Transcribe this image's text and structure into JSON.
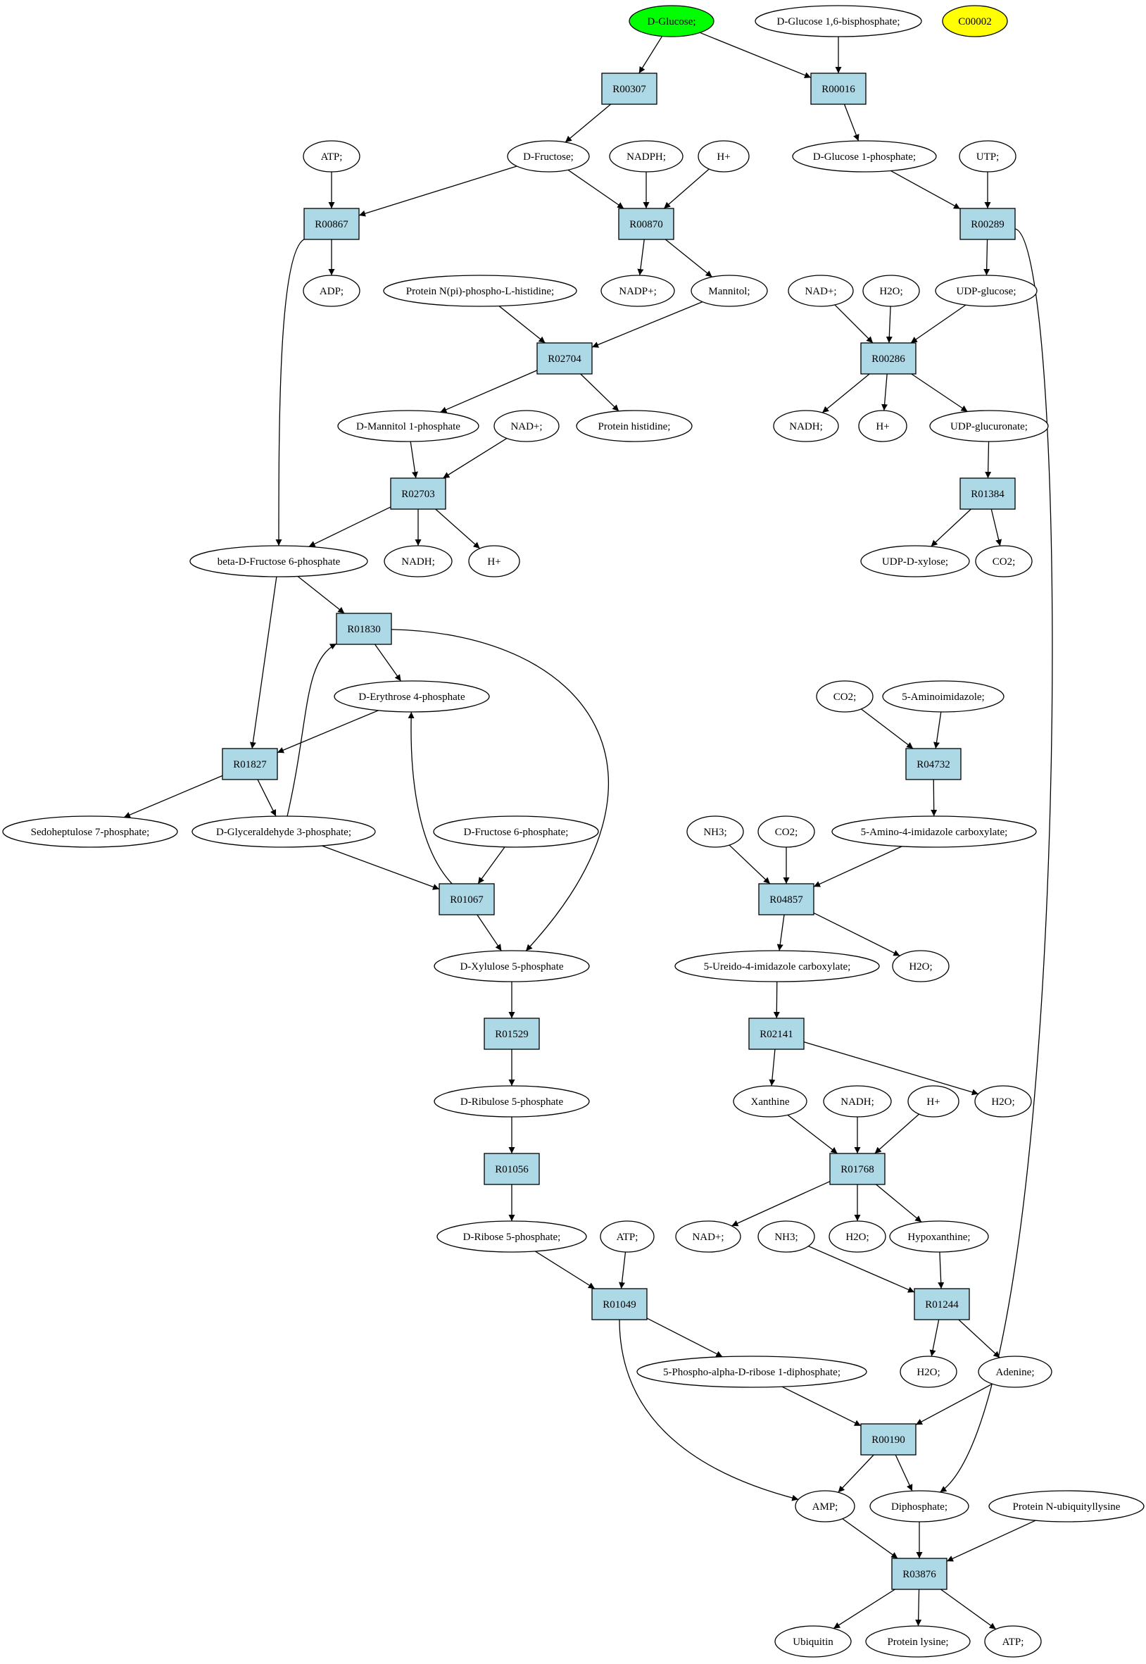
{
  "colors": {
    "reaction_fill": "#add8e6",
    "metabolite_fill": "#ffffff",
    "highlight_green": "#00ff00",
    "highlight_yellow": "#ffff00"
  },
  "metabolites": [
    {
      "id": "m_dglucose",
      "label": "D-Glucose;",
      "fill": "#00ff00"
    },
    {
      "id": "m_g16bp",
      "label": "D-Glucose 1,6-bisphosphate;"
    },
    {
      "id": "m_c00002",
      "label": "C00002",
      "fill": "#ffff00"
    },
    {
      "id": "m_atp1",
      "label": "ATP;"
    },
    {
      "id": "m_dfructose",
      "label": "D-Fructose;"
    },
    {
      "id": "m_nadph1",
      "label": "NADPH;"
    },
    {
      "id": "m_hplus1",
      "label": "H+"
    },
    {
      "id": "m_g1p",
      "label": "D-Glucose 1-phosphate;"
    },
    {
      "id": "m_utp",
      "label": "UTP;"
    },
    {
      "id": "m_adp",
      "label": "ADP;"
    },
    {
      "id": "m_protnpi",
      "label": "Protein N(pi)-phospho-L-histidine;"
    },
    {
      "id": "m_nadp1",
      "label": "NADP+;"
    },
    {
      "id": "m_mannitol",
      "label": "Mannitol;"
    },
    {
      "id": "m_nad1",
      "label": "NAD+;"
    },
    {
      "id": "m_h2o1",
      "label": "H2O;"
    },
    {
      "id": "m_udpglucose",
      "label": "UDP-glucose;"
    },
    {
      "id": "m_dmannitol1p",
      "label": "D-Mannitol 1-phosphate"
    },
    {
      "id": "m_nad2",
      "label": "NAD+;"
    },
    {
      "id": "m_prothis",
      "label": "Protein histidine;"
    },
    {
      "id": "m_nadh1",
      "label": "NADH;"
    },
    {
      "id": "m_hplus2",
      "label": "H+"
    },
    {
      "id": "m_udpglucuronate",
      "label": "UDP-glucuronate;"
    },
    {
      "id": "m_bdf6p",
      "label": "beta-D-Fructose 6-phosphate"
    },
    {
      "id": "m_nadh2",
      "label": "NADH;"
    },
    {
      "id": "m_hplus3",
      "label": "H+"
    },
    {
      "id": "m_udpxylose",
      "label": "UDP-D-xylose;"
    },
    {
      "id": "m_co2a",
      "label": "CO2;"
    },
    {
      "id": "m_de4p",
      "label": "D-Erythrose 4-phosphate"
    },
    {
      "id": "m_co2b",
      "label": "CO2;"
    },
    {
      "id": "m_aminoimid",
      "label": "5-Aminoimidazole;"
    },
    {
      "id": "m_s7p",
      "label": "Sedoheptulose 7-phosphate;"
    },
    {
      "id": "m_g3p",
      "label": "D-Glyceraldehyde 3-phosphate;"
    },
    {
      "id": "m_df6p",
      "label": "D-Fructose 6-phosphate;"
    },
    {
      "id": "m_nh3a",
      "label": "NH3;"
    },
    {
      "id": "m_co2c",
      "label": "CO2;"
    },
    {
      "id": "m_aicarbox",
      "label": "5-Amino-4-imidazole carboxylate;"
    },
    {
      "id": "m_dxu5p",
      "label": "D-Xylulose 5-phosphate"
    },
    {
      "id": "m_ureido",
      "label": "5-Ureido-4-imidazole carboxylate;"
    },
    {
      "id": "m_h2o2",
      "label": "H2O;"
    },
    {
      "id": "m_dru5p",
      "label": "D-Ribulose 5-phosphate"
    },
    {
      "id": "m_xanthine",
      "label": "Xanthine"
    },
    {
      "id": "m_nadh3",
      "label": "NADH;"
    },
    {
      "id": "m_hplus4",
      "label": "H+"
    },
    {
      "id": "m_h2o3",
      "label": "H2O;"
    },
    {
      "id": "m_dr5p",
      "label": "D-Ribose 5-phosphate;"
    },
    {
      "id": "m_atp2",
      "label": "ATP;"
    },
    {
      "id": "m_nad3",
      "label": "NAD+;"
    },
    {
      "id": "m_nh3b",
      "label": "NH3;"
    },
    {
      "id": "m_h2o4",
      "label": "H2O;"
    },
    {
      "id": "m_hypoxanthine",
      "label": "Hypoxanthine;"
    },
    {
      "id": "m_prpp",
      "label": "5-Phospho-alpha-D-ribose 1-diphosphate;"
    },
    {
      "id": "m_h2o5",
      "label": "H2O;"
    },
    {
      "id": "m_adenine",
      "label": "Adenine;"
    },
    {
      "id": "m_amp",
      "label": "AMP;"
    },
    {
      "id": "m_diphosphate",
      "label": "Diphosphate;"
    },
    {
      "id": "m_protnubq",
      "label": "Protein N-ubiquityllysine"
    },
    {
      "id": "m_ubiquitin",
      "label": "Ubiquitin"
    },
    {
      "id": "m_protlys",
      "label": "Protein lysine;"
    },
    {
      "id": "m_atp3",
      "label": "ATP;"
    }
  ],
  "reactions": [
    {
      "id": "r_R00307",
      "label": "R00307"
    },
    {
      "id": "r_R00016",
      "label": "R00016"
    },
    {
      "id": "r_R00867",
      "label": "R00867"
    },
    {
      "id": "r_R00870",
      "label": "R00870"
    },
    {
      "id": "r_R00289",
      "label": "R00289"
    },
    {
      "id": "r_R02704",
      "label": "R02704"
    },
    {
      "id": "r_R00286",
      "label": "R00286"
    },
    {
      "id": "r_R02703",
      "label": "R02703"
    },
    {
      "id": "r_R01384",
      "label": "R01384"
    },
    {
      "id": "r_R01830",
      "label": "R01830"
    },
    {
      "id": "r_R04732",
      "label": "R04732"
    },
    {
      "id": "r_R01827",
      "label": "R01827"
    },
    {
      "id": "r_R01067",
      "label": "R01067"
    },
    {
      "id": "r_R04857",
      "label": "R04857"
    },
    {
      "id": "r_R01529",
      "label": "R01529"
    },
    {
      "id": "r_R02141",
      "label": "R02141"
    },
    {
      "id": "r_R01056",
      "label": "R01056"
    },
    {
      "id": "r_R01768",
      "label": "R01768"
    },
    {
      "id": "r_R01049",
      "label": "R01049"
    },
    {
      "id": "r_R01244",
      "label": "R01244"
    },
    {
      "id": "r_R00190",
      "label": "R00190"
    },
    {
      "id": "r_R03876",
      "label": "R03876"
    }
  ],
  "edges": [
    [
      "m_dglucose",
      "r_R00307"
    ],
    [
      "m_dglucose",
      "r_R00016"
    ],
    [
      "m_g16bp",
      "r_R00016"
    ],
    [
      "r_R00307",
      "m_dfructose"
    ],
    [
      "r_R00016",
      "m_g1p"
    ],
    [
      "m_atp1",
      "r_R00867"
    ],
    [
      "m_dfructose",
      "r_R00867"
    ],
    [
      "m_dfructose",
      "r_R00870"
    ],
    [
      "m_nadph1",
      "r_R00870"
    ],
    [
      "m_hplus1",
      "r_R00870"
    ],
    [
      "m_g1p",
      "r_R00289"
    ],
    [
      "m_utp",
      "r_R00289"
    ],
    [
      "r_R00867",
      "m_adp"
    ],
    [
      "r_R00867",
      "m_bdf6p"
    ],
    [
      "r_R00870",
      "m_nadp1"
    ],
    [
      "r_R00870",
      "m_mannitol"
    ],
    [
      "r_R00289",
      "m_udpglucose"
    ],
    [
      "r_R00289",
      "m_diphosphate"
    ],
    [
      "m_protnpi",
      "r_R02704"
    ],
    [
      "m_mannitol",
      "r_R02704"
    ],
    [
      "m_nad1",
      "r_R00286"
    ],
    [
      "m_h2o1",
      "r_R00286"
    ],
    [
      "m_udpglucose",
      "r_R00286"
    ],
    [
      "r_R02704",
      "m_dmannitol1p"
    ],
    [
      "r_R02704",
      "m_prothis"
    ],
    [
      "r_R00286",
      "m_nadh1"
    ],
    [
      "r_R00286",
      "m_hplus2"
    ],
    [
      "r_R00286",
      "m_udpglucuronate"
    ],
    [
      "m_dmannitol1p",
      "r_R02703"
    ],
    [
      "m_nad2",
      "r_R02703"
    ],
    [
      "m_udpglucuronate",
      "r_R01384"
    ],
    [
      "r_R02703",
      "m_bdf6p"
    ],
    [
      "r_R02703",
      "m_nadh2"
    ],
    [
      "r_R02703",
      "m_hplus3"
    ],
    [
      "r_R01384",
      "m_udpxylose"
    ],
    [
      "r_R01384",
      "m_co2a"
    ],
    [
      "m_bdf6p",
      "r_R01830"
    ],
    [
      "m_bdf6p",
      "r_R01827"
    ],
    [
      "r_R01830",
      "m_de4p"
    ],
    [
      "r_R01830",
      "m_dxu5p"
    ],
    [
      "m_co2b",
      "r_R04732"
    ],
    [
      "m_aminoimid",
      "r_R04732"
    ],
    [
      "m_de4p",
      "r_R01827"
    ],
    [
      "r_R01827",
      "m_s7p"
    ],
    [
      "r_R01827",
      "m_g3p"
    ],
    [
      "m_g3p",
      "r_R01830"
    ],
    [
      "m_g3p",
      "r_R01067"
    ],
    [
      "m_df6p",
      "r_R01067"
    ],
    [
      "r_R01067",
      "m_de4p"
    ],
    [
      "r_R01067",
      "m_dxu5p"
    ],
    [
      "r_R04732",
      "m_aicarbox"
    ],
    [
      "m_nh3a",
      "r_R04857"
    ],
    [
      "m_co2c",
      "r_R04857"
    ],
    [
      "m_aicarbox",
      "r_R04857"
    ],
    [
      "r_R04857",
      "m_ureido"
    ],
    [
      "r_R04857",
      "m_h2o2"
    ],
    [
      "m_dxu5p",
      "r_R01529"
    ],
    [
      "r_R01529",
      "m_dru5p"
    ],
    [
      "m_ureido",
      "r_R02141"
    ],
    [
      "r_R02141",
      "m_xanthine"
    ],
    [
      "r_R02141",
      "m_h2o3"
    ],
    [
      "m_dru5p",
      "r_R01056"
    ],
    [
      "r_R01056",
      "m_dr5p"
    ],
    [
      "m_xanthine",
      "r_R01768"
    ],
    [
      "m_nadh3",
      "r_R01768"
    ],
    [
      "m_hplus4",
      "r_R01768"
    ],
    [
      "r_R01768",
      "m_nad3"
    ],
    [
      "r_R01768",
      "m_h2o4"
    ],
    [
      "r_R01768",
      "m_hypoxanthine"
    ],
    [
      "m_dr5p",
      "r_R01049"
    ],
    [
      "m_atp2",
      "r_R01049"
    ],
    [
      "m_nh3b",
      "r_R01244"
    ],
    [
      "m_hypoxanthine",
      "r_R01244"
    ],
    [
      "r_R01049",
      "m_prpp"
    ],
    [
      "r_R01049",
      "m_amp"
    ],
    [
      "r_R01244",
      "m_h2o5"
    ],
    [
      "r_R01244",
      "m_adenine"
    ],
    [
      "m_prpp",
      "r_R00190"
    ],
    [
      "m_adenine",
      "r_R00190"
    ],
    [
      "r_R00190",
      "m_amp"
    ],
    [
      "r_R00190",
      "m_diphosphate"
    ],
    [
      "m_amp",
      "r_R03876"
    ],
    [
      "m_diphosphate",
      "r_R03876"
    ],
    [
      "m_protnubq",
      "r_R03876"
    ],
    [
      "r_R03876",
      "m_ubiquitin"
    ],
    [
      "r_R03876",
      "m_protlys"
    ],
    [
      "r_R03876",
      "m_atp3"
    ]
  ]
}
